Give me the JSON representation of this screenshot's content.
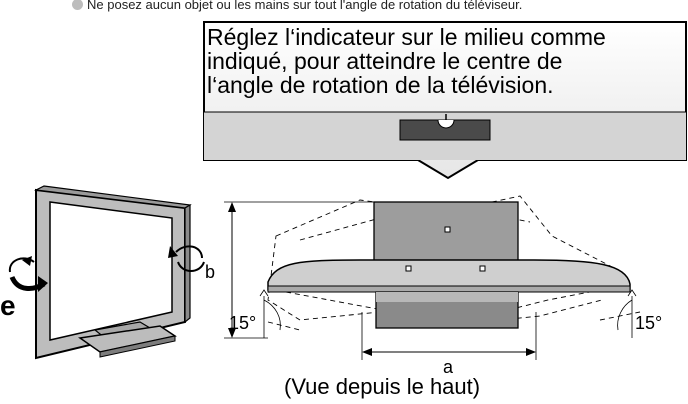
{
  "note": {
    "text": "Ne posez aucun objet ou les mains sur tout l'angle de rotation du téléviseur."
  },
  "callout": {
    "line1": "Réglez l‘indicateur sur le milieu comme",
    "line2": "indiqué, pour atteindre le centre de",
    "line3": "l‘angle de rotation de la télévision."
  },
  "dimensions": {
    "b_label": "b",
    "a_label": "a",
    "left_angle": "15°",
    "right_angle": "15°"
  },
  "caption": "(Vue depuis le haut)",
  "side_fragment": "e"
}
